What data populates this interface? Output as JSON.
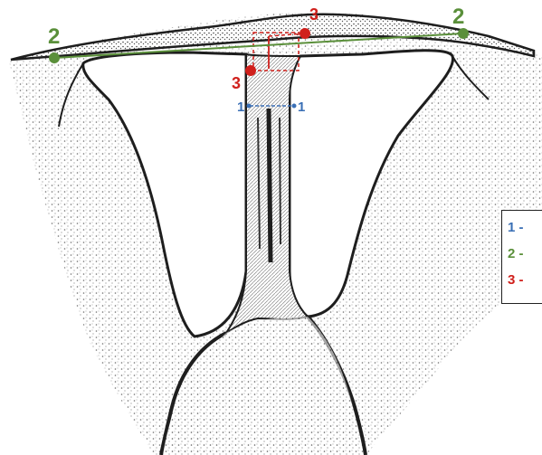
{
  "colors": {
    "blue": "#3a6fb5",
    "green": "#5a8f3a",
    "red": "#d0201c",
    "ink": "#1e1e1e",
    "paper": "#ffffff"
  },
  "markers": {
    "blue": [
      "1",
      "1"
    ],
    "green": [
      "2",
      "2"
    ],
    "red": [
      "3",
      "3"
    ]
  },
  "legend": {
    "items": [
      {
        "text": "1 - ",
        "color": "#3a6fb5"
      },
      {
        "text": "2 - ",
        "color": "#5a8f3a"
      },
      {
        "text": "3 - ",
        "color": "#d0201c"
      }
    ]
  }
}
